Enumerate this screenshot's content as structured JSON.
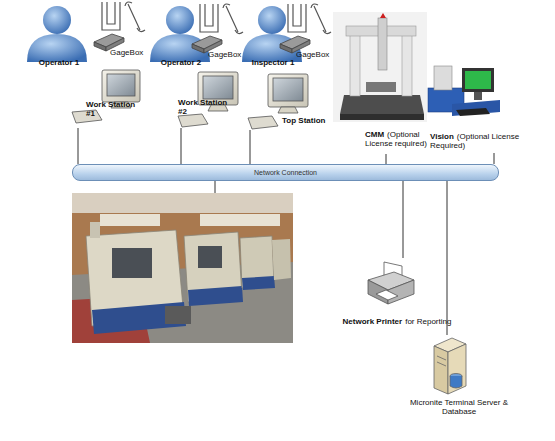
{
  "diagram": {
    "nodes": [
      {
        "text": [
          "Operator 1"
        ]
      },
      {
        "text": [
          "GageBox"
        ]
      },
      {
        "text": [
          "Work Station #1"
        ]
      },
      {
        "text": [
          "Operator 2"
        ]
      },
      {
        "text": [
          "GageBox"
        ]
      },
      {
        "text": [
          "Work Station #2"
        ]
      },
      {
        "text": [
          "Inspector 1"
        ]
      },
      {
        "text": [
          "GageBox"
        ]
      },
      {
        "text": [
          "Top Station"
        ]
      },
      {
        "text": [
          "CMM",
          "(Optional License required)"
        ]
      },
      {
        "text": [
          "Vision",
          "(Optional License Required)"
        ]
      },
      {
        "text": [
          "Network Connection"
        ]
      },
      {
        "text": [
          "Network Printer",
          "for Reporting"
        ]
      },
      {
        "text": [
          "Micronite Terminal Server & Database"
        ]
      }
    ],
    "edges": [
      {
        "from": 2,
        "to": 11,
        "arrow": "none"
      },
      {
        "from": 5,
        "to": 11,
        "arrow": "none"
      },
      {
        "from": 8,
        "to": 11,
        "arrow": "none"
      },
      {
        "from": 9,
        "to": 11,
        "arrow": "none"
      },
      {
        "from": 10,
        "to": 11,
        "arrow": "none"
      },
      {
        "from": 12,
        "to": 11,
        "arrow": "none"
      },
      {
        "from": 13,
        "to": 11,
        "arrow": "none"
      }
    ]
  }
}
